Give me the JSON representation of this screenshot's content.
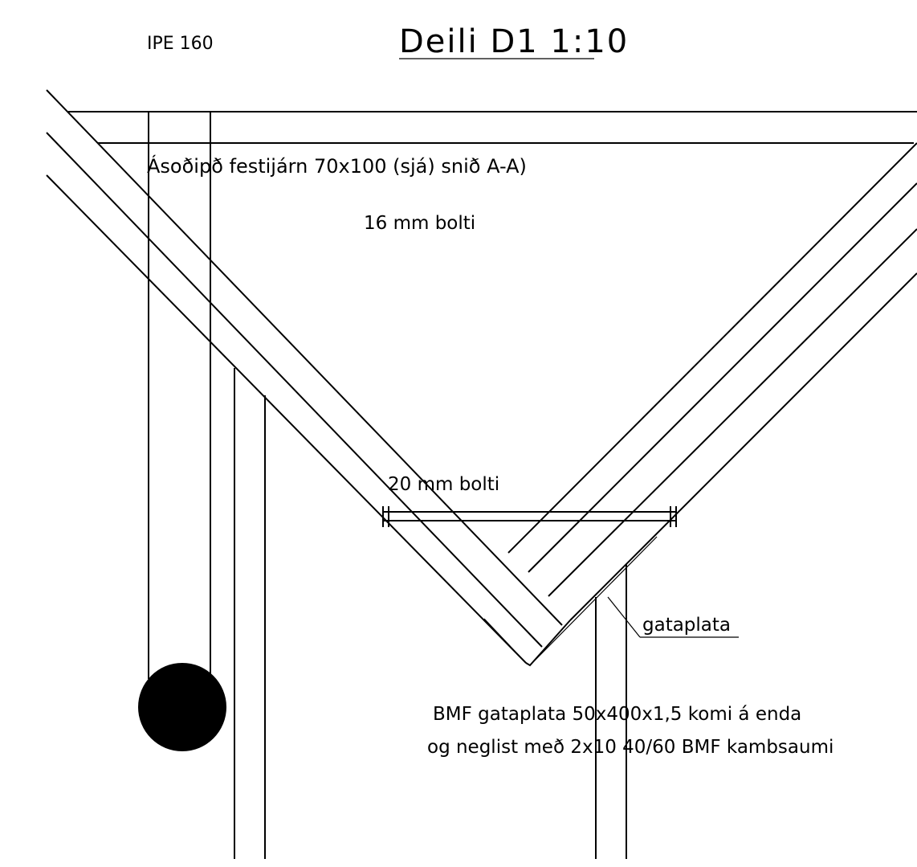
{
  "drawing": {
    "title": "Deili D1 1:10",
    "section_label": "IPE 160",
    "notes": {
      "bracket": "Ásoðipð festijárn 70x100 (sjá) snið A-A)",
      "bolt_16": "16 mm bolti",
      "bolt_20": "20 mm bolti",
      "plate": "gataplata",
      "plate_spec_line1": "BMF gataplata 50x400x1,5 komi á enda",
      "plate_spec_line2": "og neglist með 2x10 40/60 BMF kambsaumi"
    },
    "colors": {
      "line": "#000000",
      "background": "#ffffff"
    }
  }
}
